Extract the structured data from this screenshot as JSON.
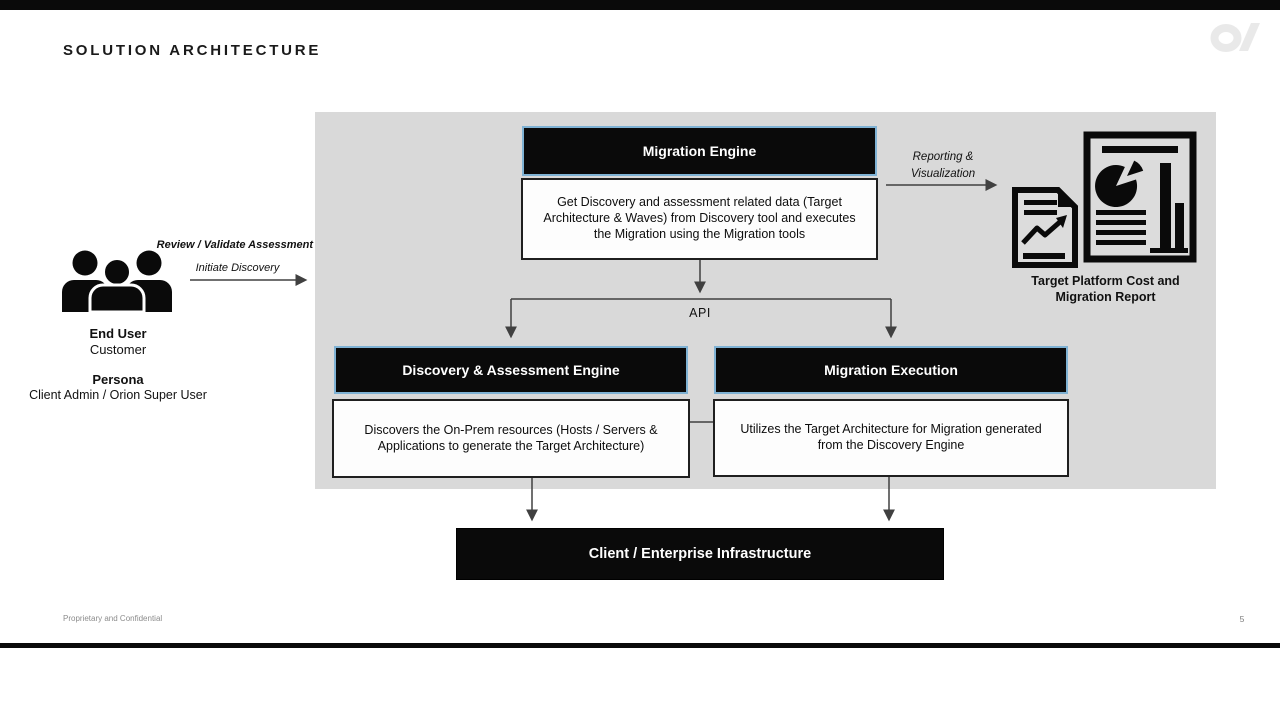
{
  "slide": {
    "title": "SOLUTION ARCHITECTURE",
    "footer_left": "Proprietary and Confidential",
    "page_number": "5"
  },
  "colors": {
    "panel": "#d9d9d9",
    "accent_border": "#7fb2d4",
    "box_black": "#0a0a0a",
    "line": "#404040",
    "desc_bg": "#fdfdfd",
    "logo": "#e9e9e9"
  },
  "persona": {
    "icon": "users-group-icon",
    "role_label": "End User",
    "role_value": "Customer",
    "persona_label": "Persona",
    "persona_value": "Client Admin / Orion Super User"
  },
  "connectors": {
    "review_validate_label": "Review / Validate Assessment",
    "initiate_discovery_label": "Initiate Discovery",
    "reporting_label": "Reporting & Visualization",
    "api_label": "API"
  },
  "engines": {
    "migration_engine": {
      "title": "Migration Engine",
      "description": "Get Discovery and assessment related data (Target Architecture & Waves) from Discovery tool and executes the Migration using the Migration tools"
    },
    "discovery_assessment": {
      "title": "Discovery & Assessment Engine",
      "description": "Discovers the On-Prem resources (Hosts / Servers & Applications to generate the Target Architecture)"
    },
    "migration_execution": {
      "title": "Migration Execution",
      "description": "Utilizes the Target Architecture for Migration generated from the Discovery Engine"
    }
  },
  "report": {
    "icon": "cost-report-icon",
    "caption": "Target Platform Cost and Migration Report"
  },
  "infrastructure_label": "Client / Enterprise Infrastructure"
}
